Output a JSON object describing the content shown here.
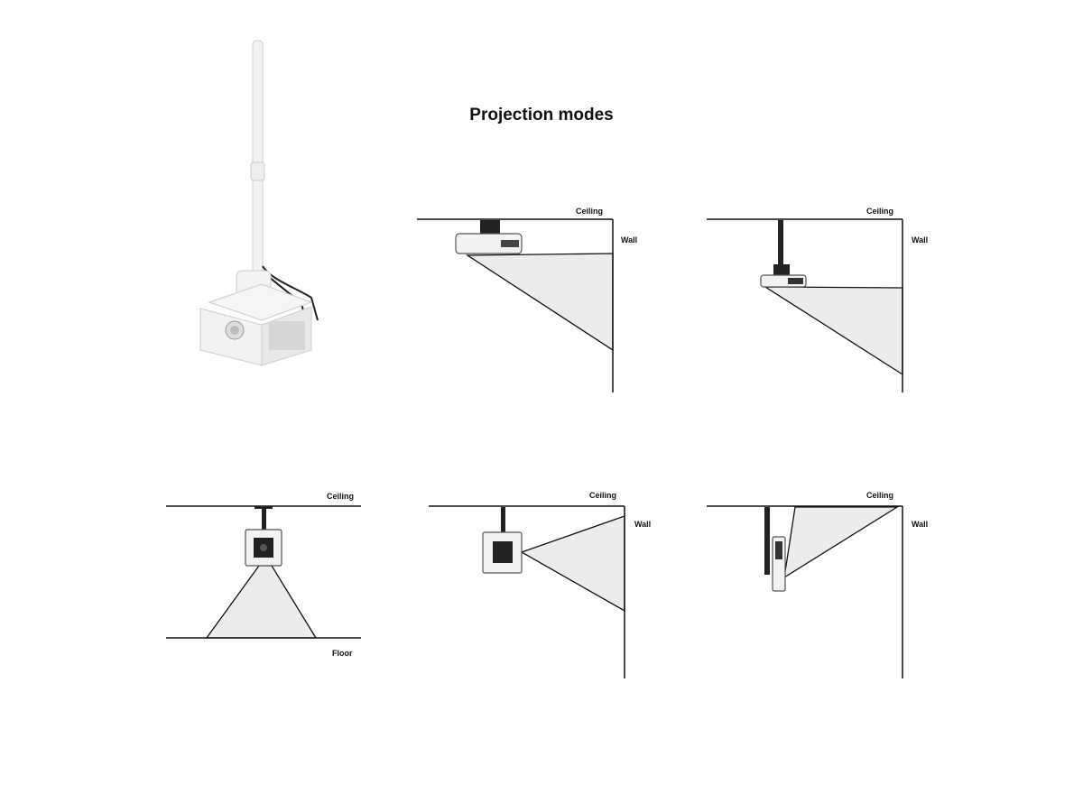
{
  "title": "Projection modes",
  "labels": {
    "ceiling": "Ceiling",
    "wall": "Wall",
    "floor": "Floor"
  },
  "colors": {
    "line": "#111111",
    "beam": "#ececec",
    "product": "#f0f0f0"
  }
}
